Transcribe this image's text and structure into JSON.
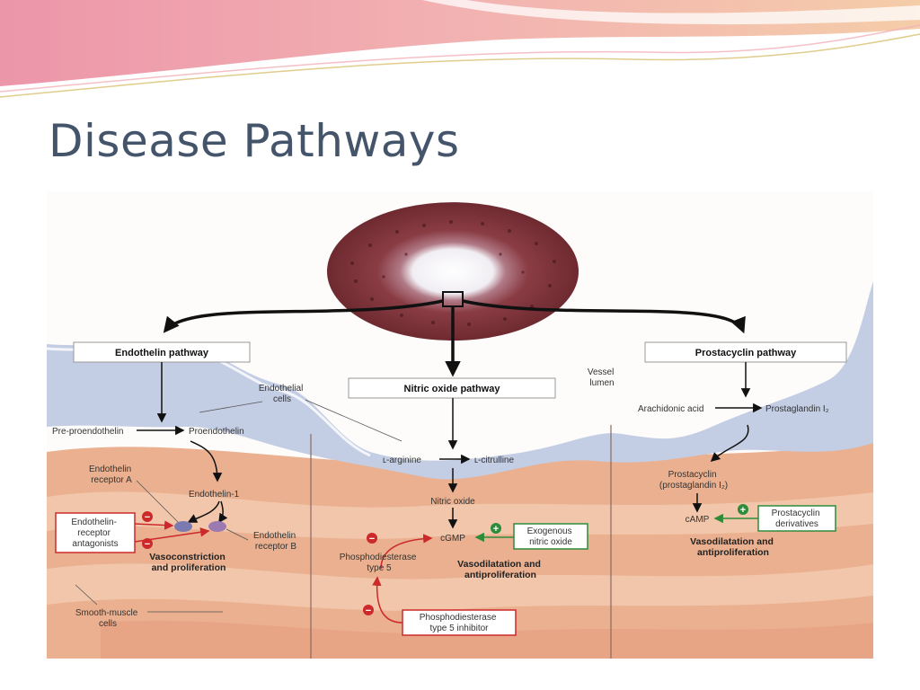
{
  "slide": {
    "title": "Disease Pathways"
  },
  "diagram": {
    "pathways": {
      "endothelin": "Endothelin pathway",
      "nitric_oxide": "Nitric oxide pathway",
      "prostacyclin": "Prostacyclin pathway"
    },
    "labels": {
      "vessel_lumen": [
        "Vessel",
        "lumen"
      ],
      "endothelial_cells": [
        "Endothelial",
        "cells"
      ],
      "pre_proendothelin": "Pre-proendothelin",
      "proendothelin": "Proendothelin",
      "endothelin_receptor_a": [
        "Endothelin",
        "receptor A"
      ],
      "endothelin_1": "Endothelin-1",
      "endothelin_receptor_b": [
        "Endothelin",
        "receptor B"
      ],
      "endothelin_receptor_antagonists": [
        "Endothelin-",
        "receptor",
        "antagonists"
      ],
      "vasoconstriction": [
        "Vasoconstriction",
        "and proliferation"
      ],
      "smooth_muscle_cells": [
        "Smooth-muscle",
        "cells"
      ],
      "l_arginine": "ʟ-arginine",
      "l_citrulline": "ʟ-citrulline",
      "nitric_oxide": "Nitric oxide",
      "cgmp": "cGMP",
      "exogenous_nitric_oxide": [
        "Exogenous",
        "nitric oxide"
      ],
      "phosphodiesterase_type5": [
        "Phosphodiesterase",
        "type 5"
      ],
      "vasodilatation_no": [
        "Vasodilatation and",
        "antiproliferation"
      ],
      "pde5_inhibitor": [
        "Phosphodiesterase",
        "type 5 inhibitor"
      ],
      "arachidonic_acid": "Arachidonic acid",
      "prostaglandin_i2": "Prostaglandin I₂",
      "prostacyclin": [
        "Prostacyclin",
        "(prostaglandin I₂)"
      ],
      "camp": "cAMP",
      "prostacyclin_derivatives": [
        "Prostacyclin",
        "derivatives"
      ],
      "vasodilatation_pc": [
        "Vasodilatation and",
        "antiproliferation"
      ]
    },
    "symbols": {
      "minus": "−",
      "plus": "+"
    },
    "colors": {
      "inhibit": "#cc2a2a",
      "stimulate": "#2e8b3a",
      "lumen": "#c3cde3",
      "smooth_muscle": "#eab08f",
      "vessel_wall": "#7a2f35"
    }
  }
}
